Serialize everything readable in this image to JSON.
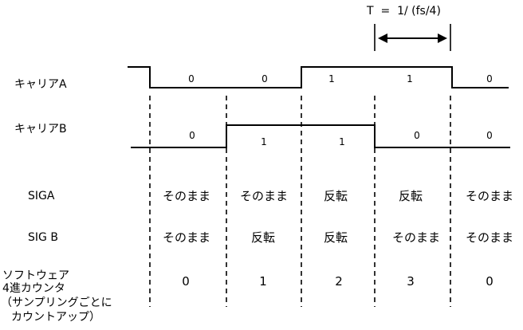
{
  "period_label": "T  =  1/ (fs/4)",
  "row_labels": {
    "carrier_a": "キャリアA",
    "carrier_b": "キャリアB",
    "sig_a": "SIGA",
    "sig_b": "SIG B",
    "counter": [
      "ソフトウェア",
      "4進カウンタ",
      "（サンプリングごとに",
      "カウントアップ）"
    ]
  },
  "carrier_a_bits": [
    "0",
    "0",
    "1",
    "1",
    "0"
  ],
  "carrier_b_bits": [
    "0",
    "1",
    "1",
    "0",
    "0"
  ],
  "sig_a_cells": [
    "そのまま",
    "そのまま",
    "反転",
    "反転",
    "そのまま"
  ],
  "sig_b_cells": [
    "そのまま",
    "反転",
    "反転",
    "そのまま",
    "そのまま"
  ],
  "counter_cells": [
    "0",
    "1",
    "2",
    "3",
    "0"
  ]
}
